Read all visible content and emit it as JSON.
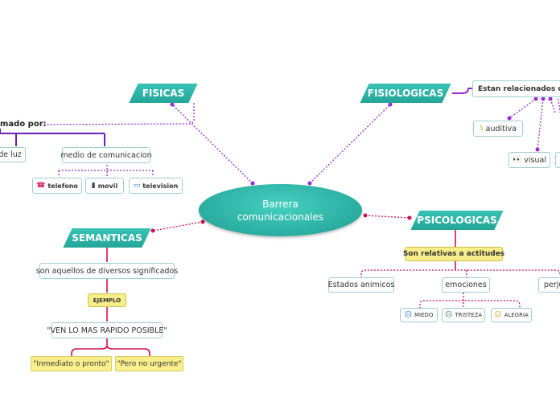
{
  "central": {
    "line1": "Barrera",
    "line2": "comunicacionales"
  },
  "fisicas": {
    "title": "FISICAS",
    "sub": "mado por:",
    "items": {
      "luz": "de luz",
      "medio": "medio de comunicacion"
    },
    "leaves": {
      "telefono": "telefono",
      "movil": "movil",
      "television": "television"
    }
  },
  "fisiologicas": {
    "title": "FISIOLOGICAS",
    "sub": "Estan relacionados co",
    "items": {
      "auditiva": "auditiva",
      "visual": "visual"
    }
  },
  "semanticas": {
    "title": "SEMANTICAS",
    "def": "son aquellos de diversos significados",
    "ejemplo": "EJEMPLO",
    "phrase": "\"VEN LO MAS RAPIDO POSIBLE\"",
    "opt1": "\"Inmediato o pronto\"",
    "opt2": "\"Pero no urgente\""
  },
  "psicologicas": {
    "title": "PSICOLOGICAS",
    "sub": "Son relativas a actitudes",
    "items": {
      "estados": "Estados animicos",
      "emociones": "emociones",
      "perju": "perju"
    },
    "emotions": {
      "miedo": "MIEDO",
      "tristeza": "TRISTEZA",
      "alegria": "ALEGRIA"
    }
  },
  "icons": {
    "telefono": "☎",
    "movil": "▮",
    "television": "▭",
    "auditiva": "ʖ",
    "visual": "👀",
    "miedo": "☹",
    "tristeza": "☹",
    "alegria": "☺"
  },
  "colors": {
    "teal": "#2aada0",
    "purple": "#9a2bd6",
    "crimson": "#d0104c",
    "highlight": "#f7ee8a"
  }
}
